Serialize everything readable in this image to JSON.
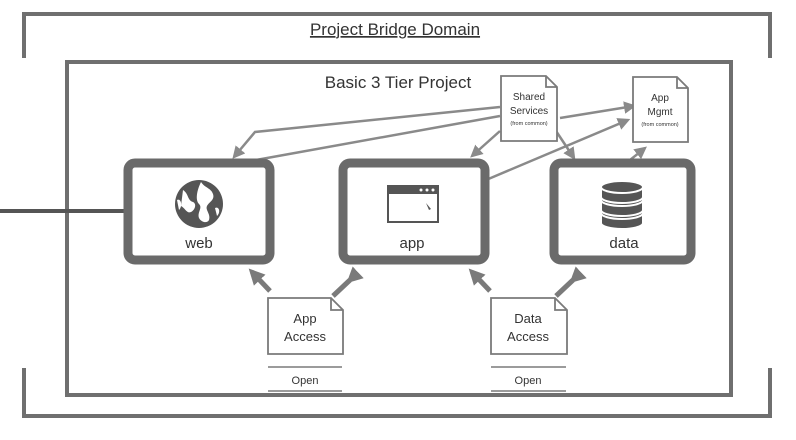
{
  "outer_domain": {
    "title": "Project Bridge Domain"
  },
  "project": {
    "title": "Basic 3 Tier Project"
  },
  "tiers": [
    {
      "label": "web",
      "icon": "globe-icon"
    },
    {
      "label": "app",
      "icon": "browser-window-icon"
    },
    {
      "label": "data",
      "icon": "database-icon"
    }
  ],
  "shared_services": {
    "line1": "Shared",
    "line2": "Services",
    "note": "(from common)"
  },
  "app_mgmt": {
    "line1": "App",
    "line2": "Mgmt",
    "note": "(from common)"
  },
  "app_access": {
    "line1": "App",
    "line2": "Access",
    "tag": "Open"
  },
  "data_access": {
    "line1": "Data",
    "line2": "Access",
    "tag": "Open"
  },
  "colors": {
    "frame": "#6f6f6f",
    "arrow": "#8a8a8a",
    "doc": "#7a7a7a",
    "text": "#333333",
    "icon": "#555555"
  }
}
